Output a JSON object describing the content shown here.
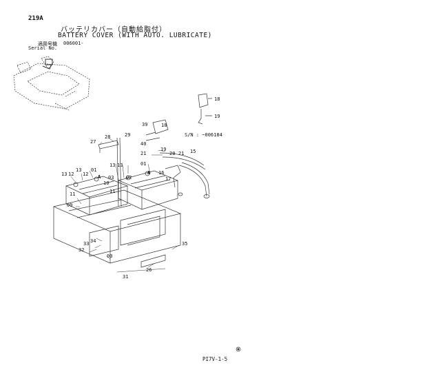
{
  "page": {
    "section_code": "219A",
    "title_japanese": "バッテリカバー（自動給脂付）",
    "title_english": "BATTERY COVER (WITH AUTO. LUBRICATE)",
    "applicable_serial_label_japanese": "適用号機",
    "applicable_serial_value": "006001-",
    "serial_label_english": "Serial No.",
    "serial_note": "S/N : ~006184",
    "page_number": "PI7V-1-5"
  },
  "callouts": [
    "18",
    "19",
    "39",
    "18",
    "40",
    "S/N",
    "28",
    "29",
    "27",
    "21",
    "19",
    "20",
    "21",
    "15",
    "13",
    "12",
    "13",
    "12",
    "13",
    "01",
    "13",
    "01",
    "A",
    "A",
    "11",
    "10",
    "03",
    "02",
    "16",
    "17",
    "11",
    "09",
    "33",
    "34",
    "32",
    "00",
    "35",
    "26",
    "31"
  ],
  "drawing": {
    "line_color": "#333333",
    "background": "#ffffff"
  }
}
